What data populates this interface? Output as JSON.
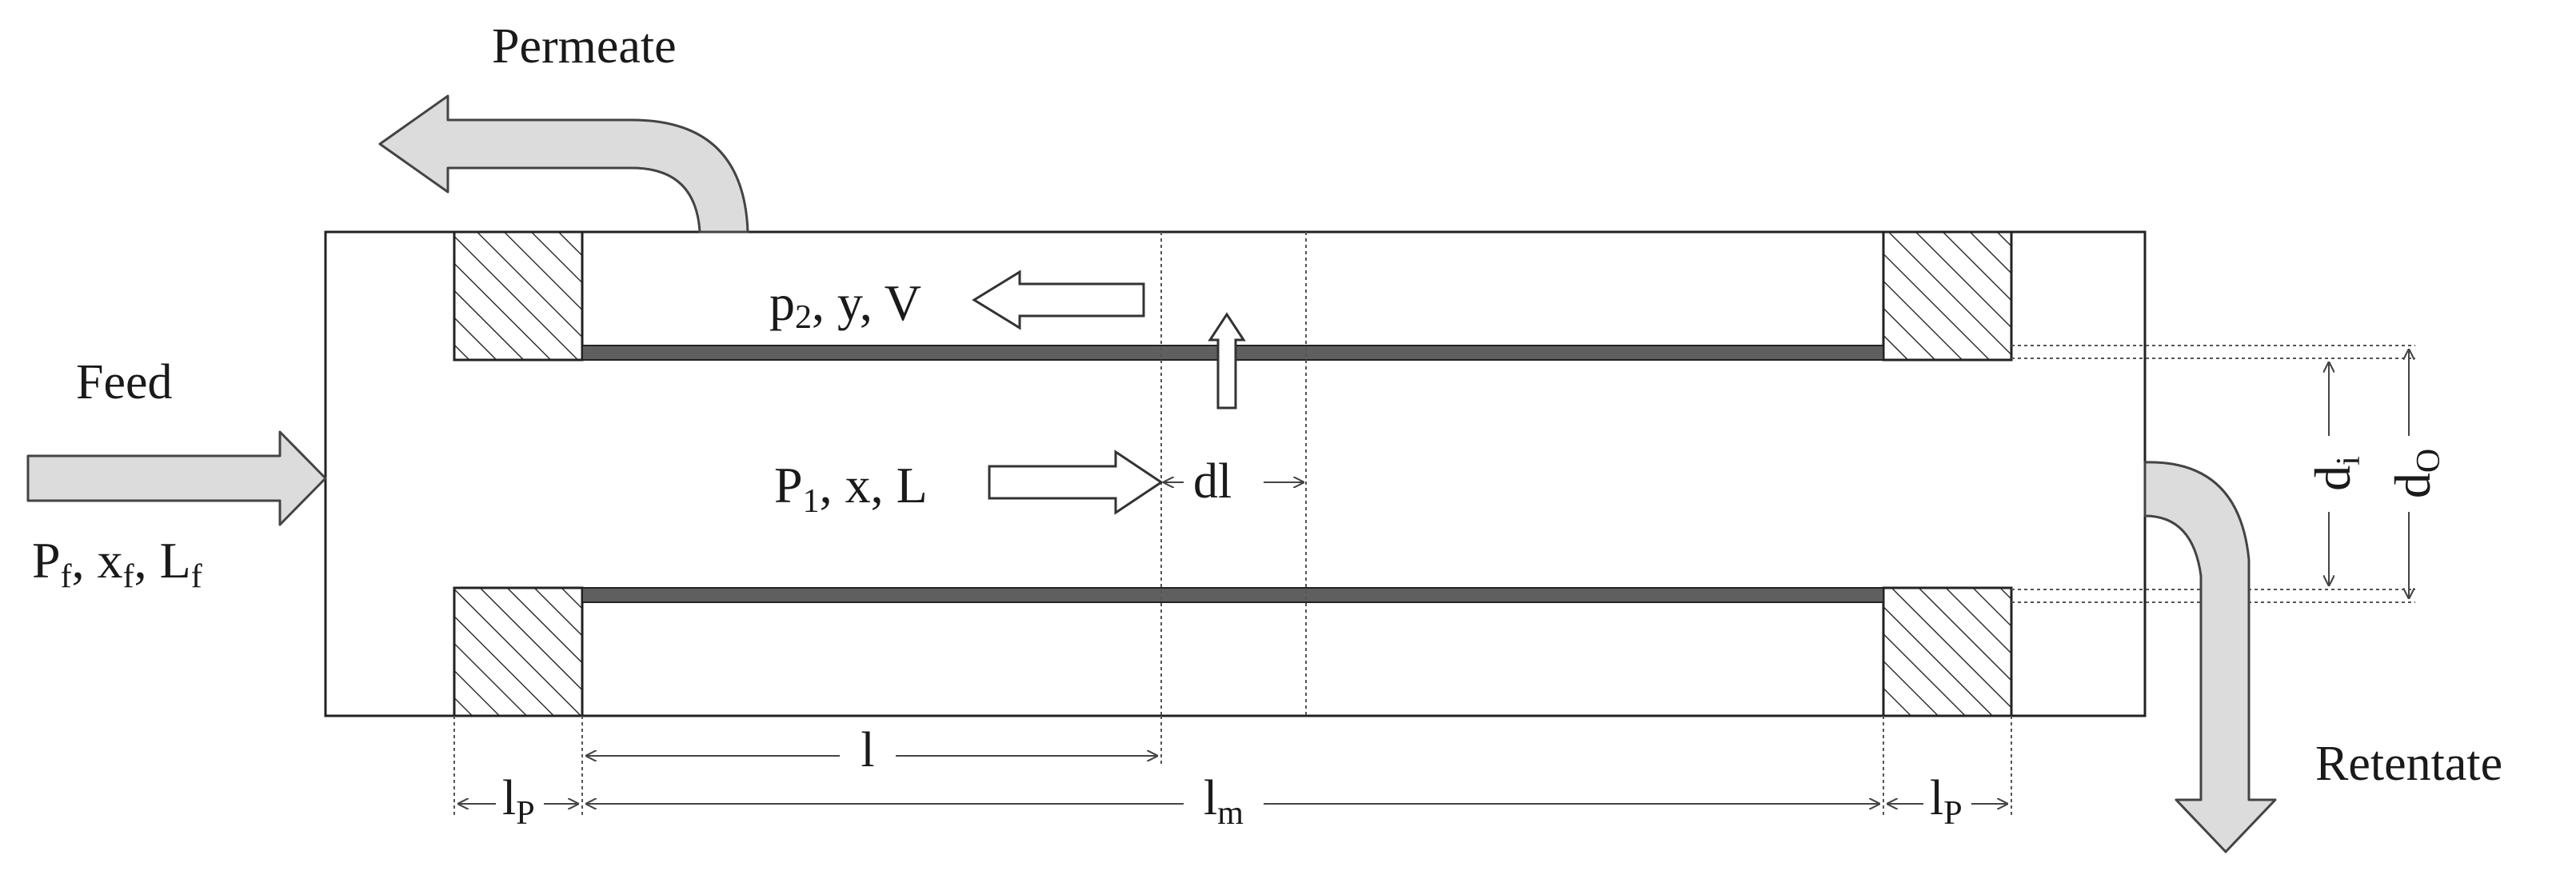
{
  "labels": {
    "permeate": "Permeate",
    "feed": "Feed",
    "feed_vars": {
      "p": "P",
      "p_sub": "f",
      "x": "x",
      "x_sub": "f",
      "l": "L",
      "l_sub": "f"
    },
    "retentate": "Retentate",
    "permeate_side": {
      "p": "p",
      "p_sub": "2",
      "rest": ", y, V"
    },
    "feed_side": {
      "p": "P",
      "p_sub": "1",
      "rest": ", x, L"
    },
    "dl": "dl",
    "di": {
      "d": "d",
      "sub": "i"
    },
    "do": {
      "d": "d",
      "sub": "O"
    },
    "l": "l",
    "lm": {
      "l": "l",
      "sub": "m"
    },
    "lp": {
      "l": "l",
      "sub": "P"
    }
  }
}
